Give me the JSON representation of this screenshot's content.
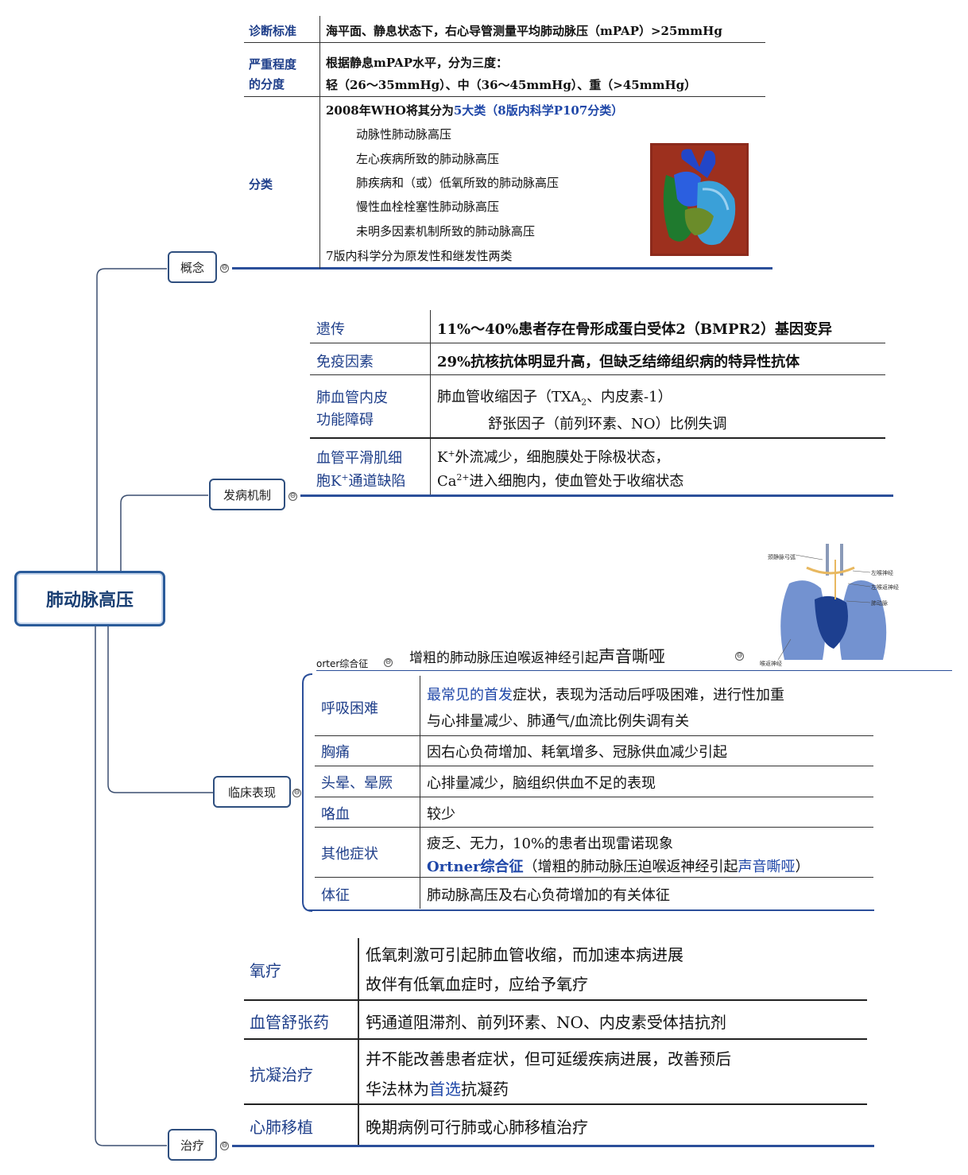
{
  "root": {
    "title": "肺动脉高压"
  },
  "branches": {
    "concept": "概念",
    "pathogenesis": "发病机制",
    "clinical": "临床表现",
    "treatment": "治疗"
  },
  "concept": {
    "rows": [
      {
        "label": "诊断标准",
        "lines": [
          "海平面、静息状态下，右心导管测量平均肺动脉压（mPAP）>25mmHg"
        ]
      },
      {
        "label1": "严重程度",
        "label2": "的分度",
        "lines": [
          "根据静息mPAP水平，分为三度：",
          "轻（26～35mmHg）、中（36～45mmHg）、重（>45mmHg）"
        ]
      }
    ],
    "classification": {
      "label": "分类",
      "intro_prefix": "2008年WHO将其分为",
      "intro_blue": "5大类（8版内科学P107分类）",
      "items": [
        "动脉性肺动脉高压",
        "左心疾病所致的肺动脉高压",
        "肺疾病和（或）低氧所致的肺动脉高压",
        "慢性血栓栓塞性肺动脉高压",
        "未明多因素机制所致的肺动脉高压"
      ],
      "footer": "7版内科学分为原发性和继发性两类"
    }
  },
  "pathogenesis": {
    "genetic": {
      "label": "遗传",
      "text": "11%～40%患者存在骨形成蛋白受体2（BMPR2）基因变异"
    },
    "immune": {
      "label": "免疫因素",
      "text": "29%抗核抗体明显升高，但缺乏结缔组织病的特异性抗体"
    },
    "endothelial": {
      "label1": "肺血管内皮",
      "label2": "功能障碍",
      "line1_a": "肺血管收缩因子（TXA",
      "line1_sub": "2",
      "line1_b": "、内皮素-1）",
      "line2": "舒张因子（前列环素、NO）比例失调"
    },
    "smooth_muscle": {
      "label1": "血管平滑肌细",
      "label2_a": "胞K",
      "label2_sup": "+",
      "label2_b": "通道缺陷",
      "line1_a": "K",
      "line1_sup": "+",
      "line1_b": "外流减少，细胞膜处于除极状态，",
      "line2_a": "Ca",
      "line2_sup": "2+",
      "line2_b": "进入细胞内，使血管处于收缩状态"
    }
  },
  "ortner": {
    "node_label": "orter综合征",
    "handwritten": "增粗的肺动脉压迫喉返神经引起",
    "handwritten_emph": "声音嘶哑",
    "image_labels": [
      "颈静脉弓弧",
      "左喉神经",
      "左喉返神经",
      "肺动脉",
      "喉返神经"
    ]
  },
  "clinical": {
    "dyspnea": {
      "label": "呼吸困难",
      "line1_blue": "最常见的首发",
      "line1_rest": "症状，表现为活动后呼吸困难，进行性加重",
      "line2": "与心排量减少、肺通气/血流比例失调有关"
    },
    "chest_pain": {
      "label": "胸痛",
      "text": "因右心负荷增加、耗氧增多、冠脉供血减少引起"
    },
    "dizziness": {
      "label": "头晕、晕厥",
      "text": "心排量减少，脑组织供血不足的表现"
    },
    "hemoptysis": {
      "label": "咯血",
      "text": "较少"
    },
    "other": {
      "label": "其他症状",
      "line1": "疲乏、无力，10%的患者出现雷诺现象",
      "line2_blue": "Ortner综合征",
      "line2_rest": "（增粗的肺动脉压迫喉返神经引起",
      "line2_emph": "声音嘶哑",
      "line2_end": "）"
    },
    "signs": {
      "label": "体征",
      "text": "肺动脉高压及右心负荷增加的有关体征"
    }
  },
  "treatment": {
    "oxygen": {
      "label": "氧疗",
      "line1": "低氧刺激可引起肺血管收缩，而加速本病进展",
      "line2": "故伴有低氧血症时，应给予氧疗"
    },
    "vasodilator": {
      "label": "血管舒张药",
      "text": "钙通道阻滞剂、前列环素、NO、内皮素受体拮抗剂"
    },
    "anticoag": {
      "label": "抗凝治疗",
      "line1": "并不能改善患者症状，但可延缓疾病进展，改善预后",
      "line2_a": "华法林为",
      "line2_blue": "首选",
      "line2_b": "抗凝药"
    },
    "transplant": {
      "label": "心肺移植",
      "text": "晚期病例可行肺或心肺移植治疗"
    }
  },
  "icons": {
    "collapse": "⊖"
  },
  "colors": {
    "label_blue": "#1f3f8a",
    "underline_blue": "#2b4f9a",
    "root_border": "#2a5b9a"
  }
}
